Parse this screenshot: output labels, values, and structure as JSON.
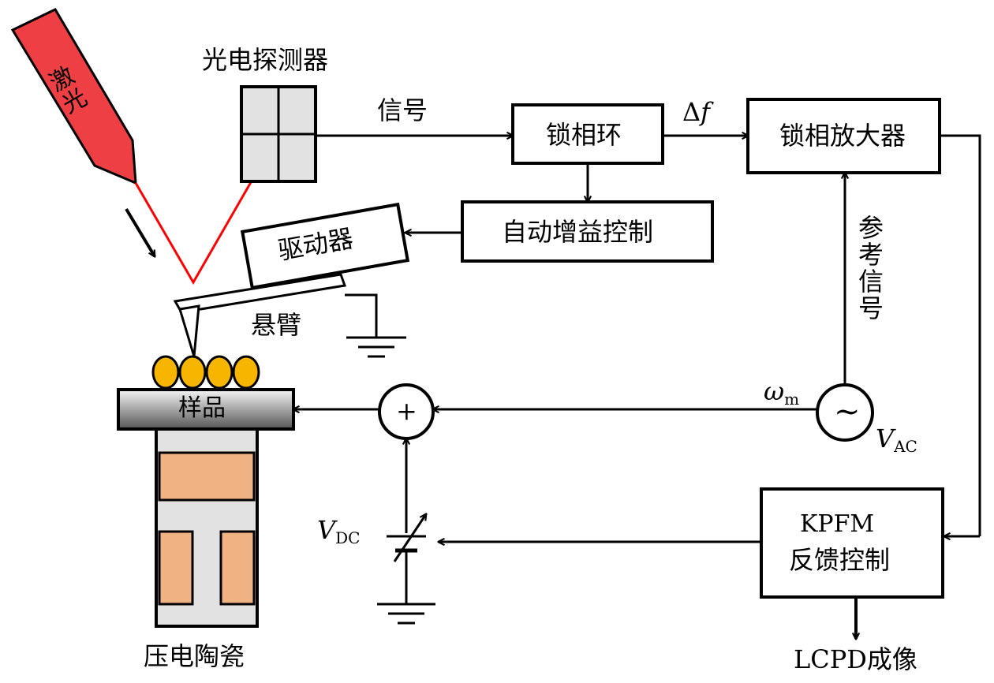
{
  "labels": {
    "laser": "激光",
    "photodetector": "光电探测器",
    "signal": "信号",
    "pll": "锁相环",
    "delta_f_symbol": "Δ",
    "delta_f_var": "f",
    "lockin": "锁相放大器",
    "agc": "自动增益控制",
    "driver": "驱动器",
    "cantilever": "悬臂",
    "reference_signal": "参考信号",
    "omega": "ω",
    "omega_sub": "m",
    "vac": "V",
    "vac_sub": "AC",
    "sum": "+",
    "tilde": "~",
    "sample": "样品",
    "piezo": "压电陶瓷",
    "vdc": "V",
    "vdc_sub": "DC",
    "kpfm_line1": "KPFM",
    "kpfm_line2": "反馈控制",
    "output": "LCPD成像"
  },
  "colors": {
    "laser": "#ee3f44",
    "beam": "#ff0000",
    "detector_fill": "#e2e2e2",
    "piezo_fill": "#f0b183",
    "sample_gradient_top": "#f5f5f5",
    "sample_gradient_bottom": "#555555",
    "particle_fill": "#f7b500"
  }
}
